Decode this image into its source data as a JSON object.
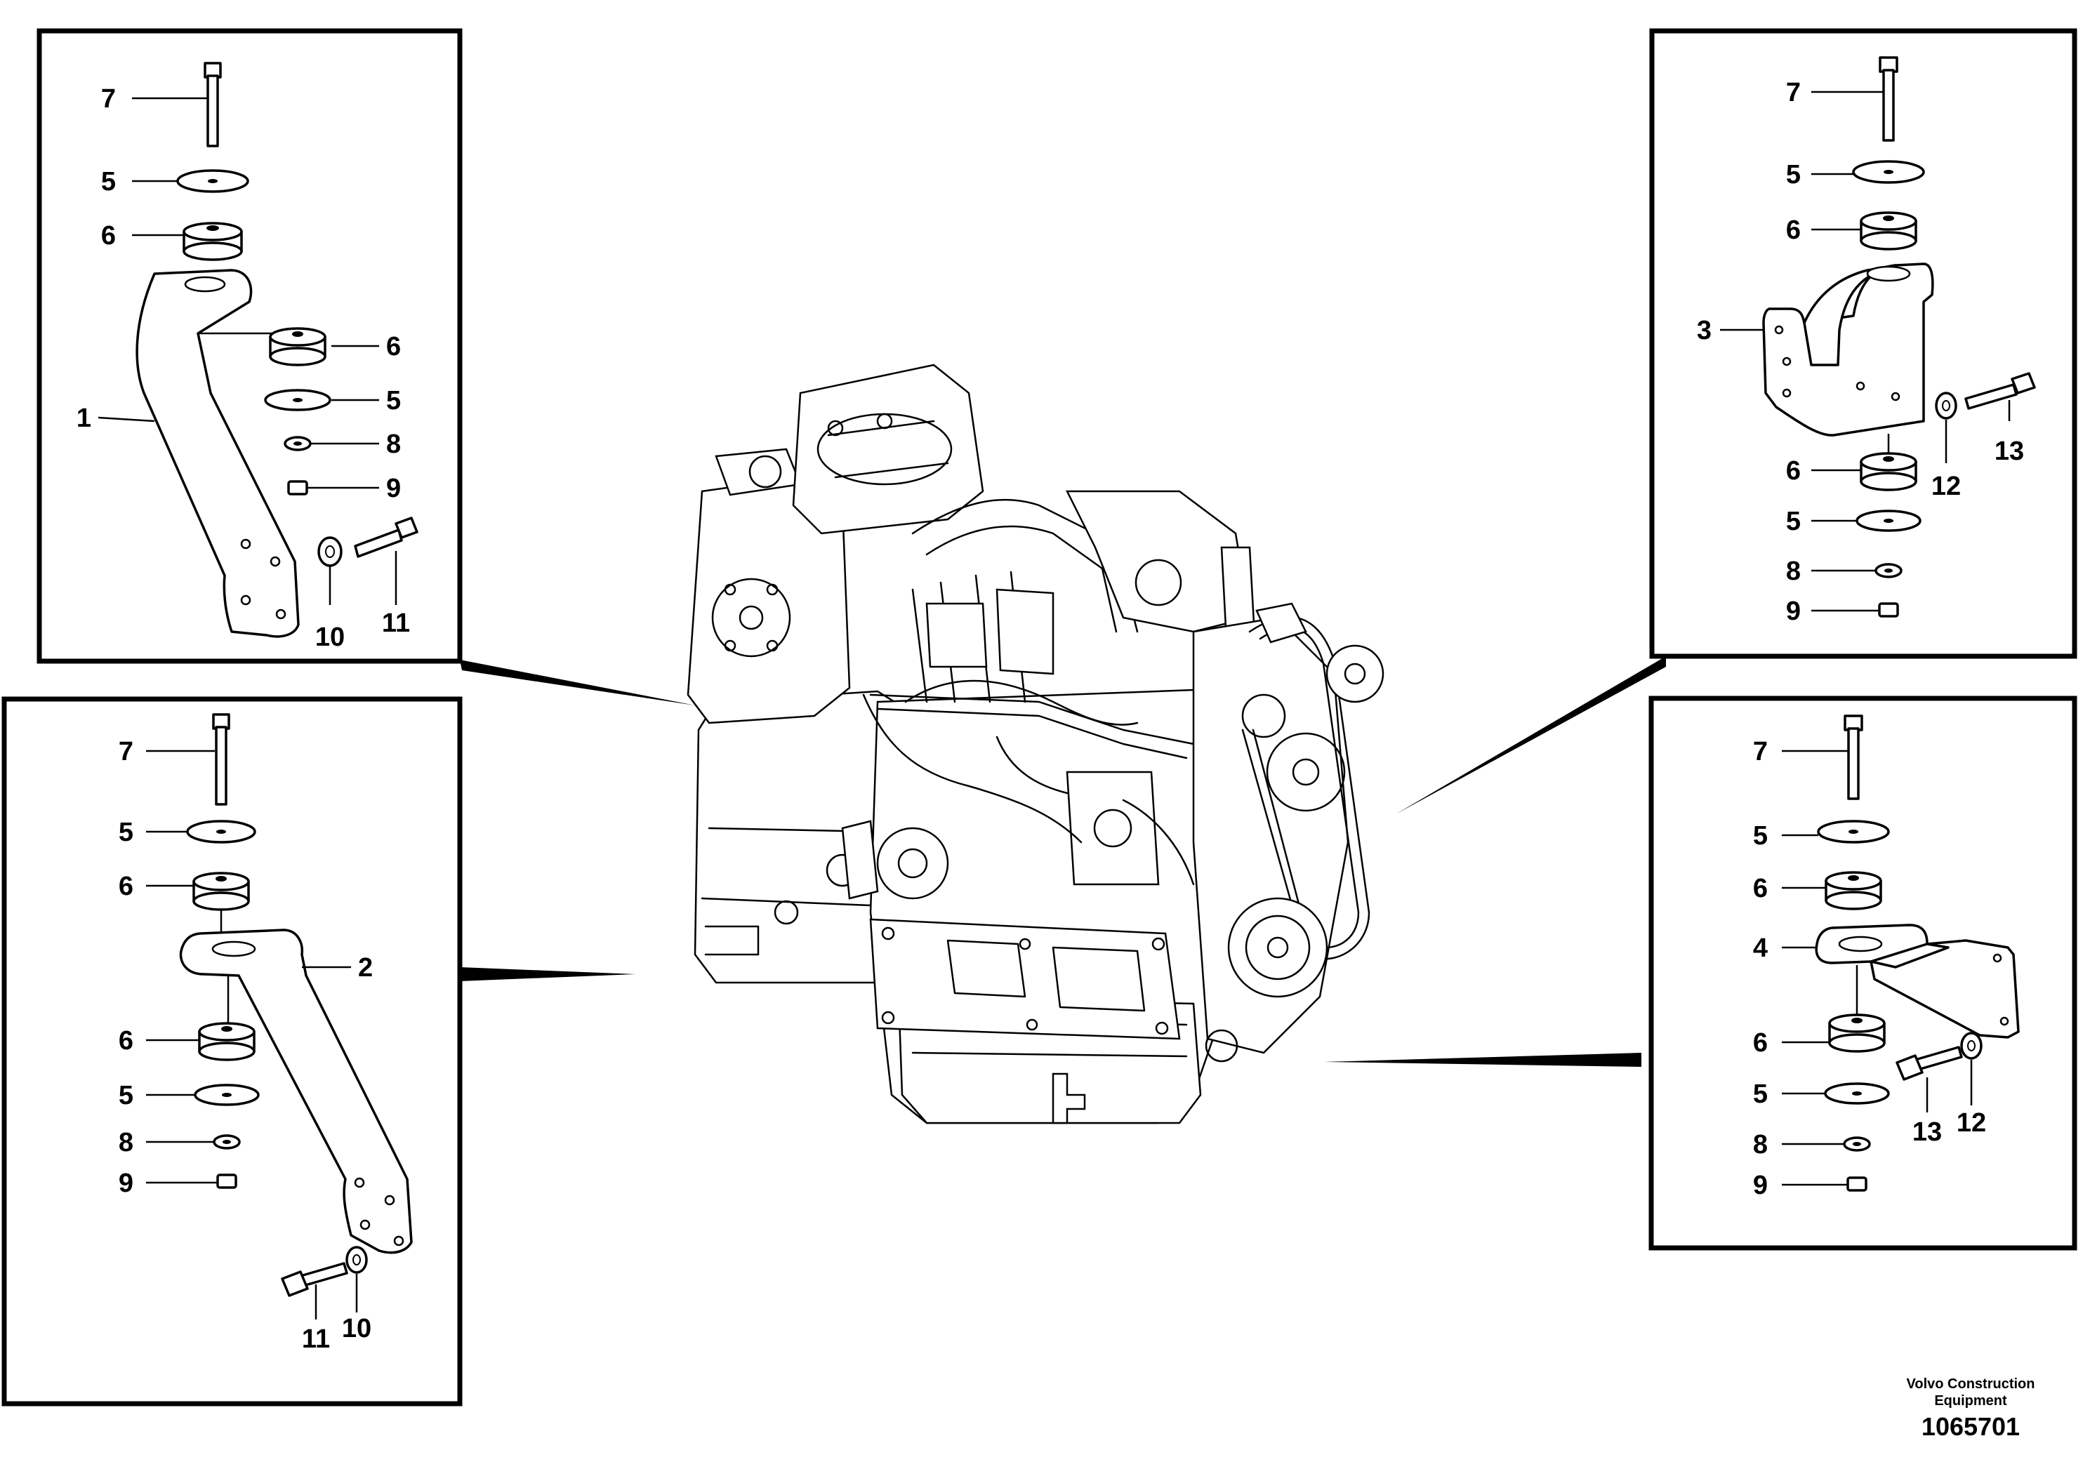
{
  "diagram": {
    "callouts": {
      "tl_7": "7",
      "tl_5a": "5",
      "tl_6a": "6",
      "tl_6b": "6",
      "tl_5b": "5",
      "tl_1": "1",
      "tl_8": "8",
      "tl_9": "9",
      "tl_11": "11",
      "tl_10": "10",
      "bl_7": "7",
      "bl_5a": "5",
      "bl_6a": "6",
      "bl_2": "2",
      "bl_6b": "6",
      "bl_5b": "5",
      "bl_8": "8",
      "bl_9": "9",
      "bl_11": "11",
      "bl_10": "10",
      "tr_7": "7",
      "tr_5a": "5",
      "tr_6a": "6",
      "tr_3": "3",
      "tr_13": "13",
      "tr_6b": "6",
      "tr_12": "12",
      "tr_5b": "5",
      "tr_8": "8",
      "tr_9": "9",
      "br_7": "7",
      "br_5a": "5",
      "br_6a": "6",
      "br_4": "4",
      "br_6b": "6",
      "br_5b": "5",
      "br_13": "13",
      "br_12": "12",
      "br_8": "8",
      "br_9": "9"
    },
    "footer": {
      "company_line1": "Volvo Construction",
      "company_line2": "Equipment",
      "drawing_number": "1065701"
    }
  }
}
